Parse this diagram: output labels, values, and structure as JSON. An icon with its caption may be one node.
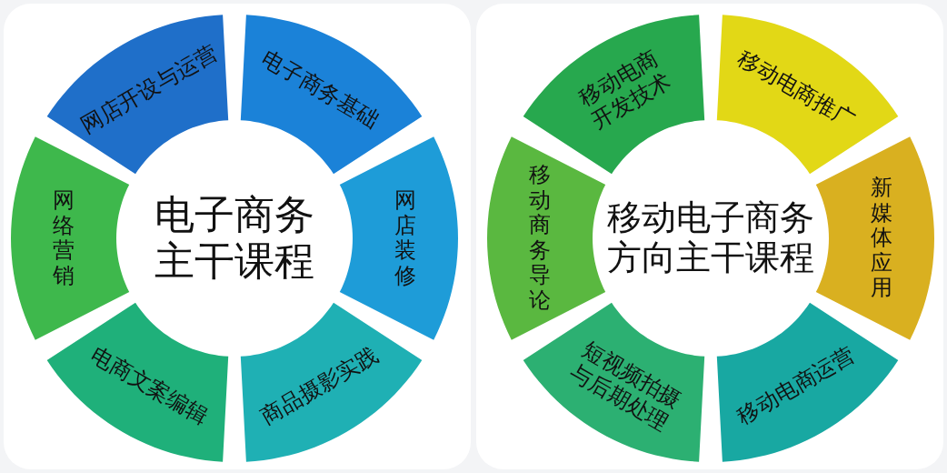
{
  "diagram": {
    "nodes": [
      {
        "text": [
          "电子商务主干课程"
        ]
      },
      {
        "text": [
          "网店开设与运营"
        ]
      },
      {
        "text": [
          "电子商务基础"
        ]
      },
      {
        "text": [
          "网店装修"
        ]
      },
      {
        "text": [
          "商品摄影实践"
        ]
      },
      {
        "text": [
          "电商文案编辑"
        ]
      },
      {
        "text": [
          "网络营销"
        ]
      },
      {
        "text": [
          "移动电子商务方向主干课程"
        ]
      },
      {
        "text": [
          "移动电商开发技术"
        ]
      },
      {
        "text": [
          "移动电商推广"
        ]
      },
      {
        "text": [
          "新媒体应用"
        ]
      },
      {
        "text": [
          "移动电商运营"
        ]
      },
      {
        "text": [
          "短视频拍摄与后期处理"
        ]
      },
      {
        "text": [
          "移动商务导论"
        ]
      }
    ]
  }
}
